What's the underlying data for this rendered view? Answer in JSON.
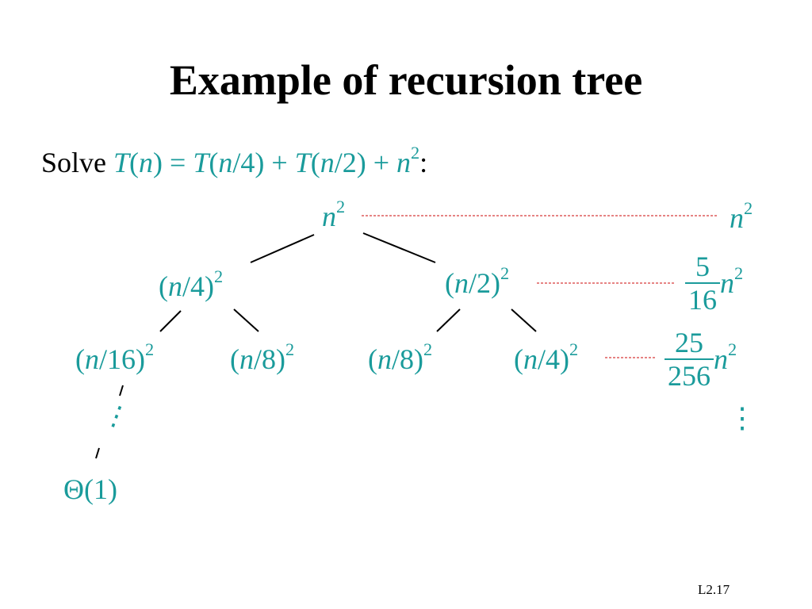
{
  "slide": {
    "title": "Example of recursion tree",
    "number": "L2.17"
  },
  "recurrence": {
    "prefix": "Solve ",
    "T1": "T",
    "lp1": "(",
    "n1": "n",
    "rp1": ") = ",
    "T2": "T",
    "lp2": "(",
    "n2": "n",
    "div1": "/4) + ",
    "T3": "T",
    "lp3": "(",
    "n3": "n",
    "div2": "/2) + ",
    "n4": "n",
    "exp": "2",
    "suffix": ":"
  },
  "tree": {
    "root": {
      "var": "n",
      "exp": "2"
    },
    "level1": [
      {
        "open": "(",
        "var": "n",
        "rest": "/4)",
        "exp": "2"
      },
      {
        "open": "(",
        "var": "n",
        "rest": "/2)",
        "exp": "2"
      }
    ],
    "level2": [
      {
        "open": "(",
        "var": "n",
        "rest": "/16)",
        "exp": "2"
      },
      {
        "open": "(",
        "var": "n",
        "rest": "/8)",
        "exp": "2"
      },
      {
        "open": "(",
        "var": "n",
        "rest": "/8)",
        "exp": "2"
      },
      {
        "open": "(",
        "var": "n",
        "rest": "/4)",
        "exp": "2"
      }
    ],
    "leaf": "Θ(1)",
    "ellipsis": "⋮"
  },
  "row_sums": [
    {
      "var": "n",
      "exp": "2"
    },
    {
      "num": "5",
      "den": "16",
      "var": "n",
      "exp": "2"
    },
    {
      "num": "25",
      "den": "256",
      "var": "n",
      "exp": "2"
    }
  ],
  "row_ellipsis": "⋮",
  "colors": {
    "math": "#1a9b9b",
    "guide_line": "#d63a3a",
    "text": "#000000"
  }
}
